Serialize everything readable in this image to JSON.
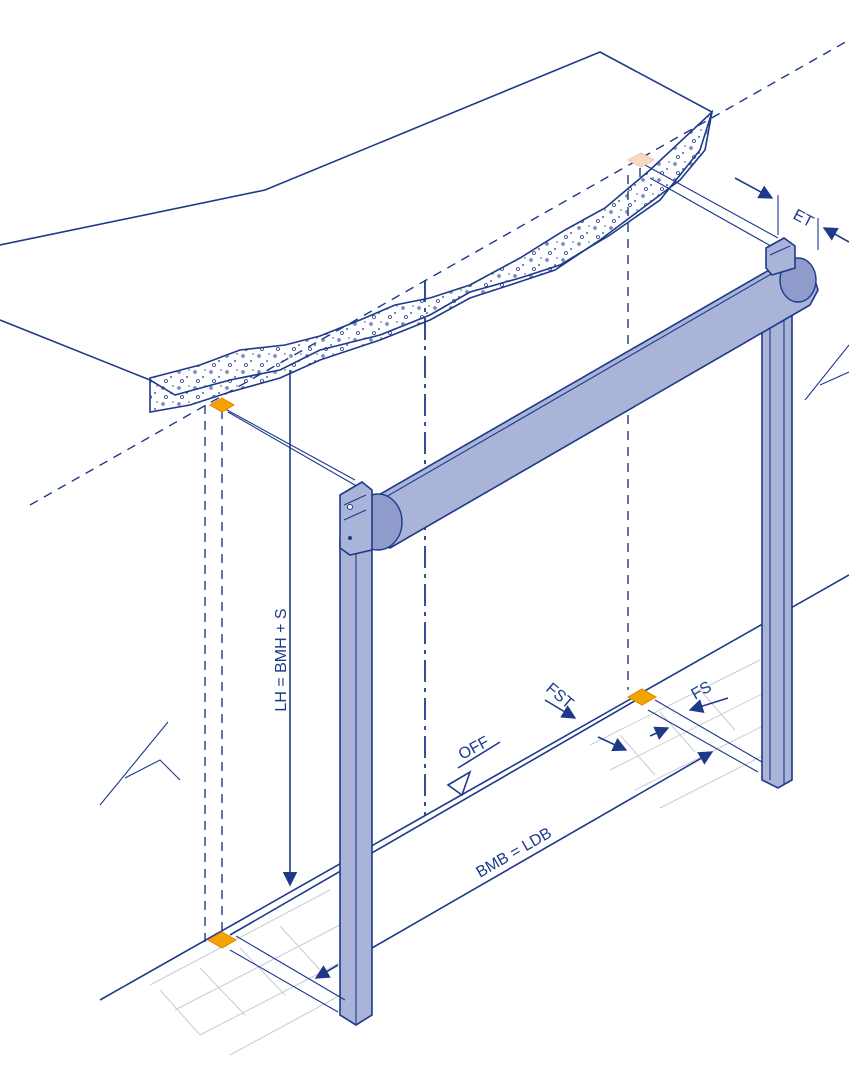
{
  "labels": {
    "et": "ET",
    "lh": "LH = BMH + S",
    "fst": "FST",
    "fs": "FS",
    "off": "OFF",
    "bmb": "BMB = LDB"
  },
  "colors": {
    "line": "#1d3a8a",
    "part_fill": "#aab3d8",
    "marker": "#f5a300"
  }
}
